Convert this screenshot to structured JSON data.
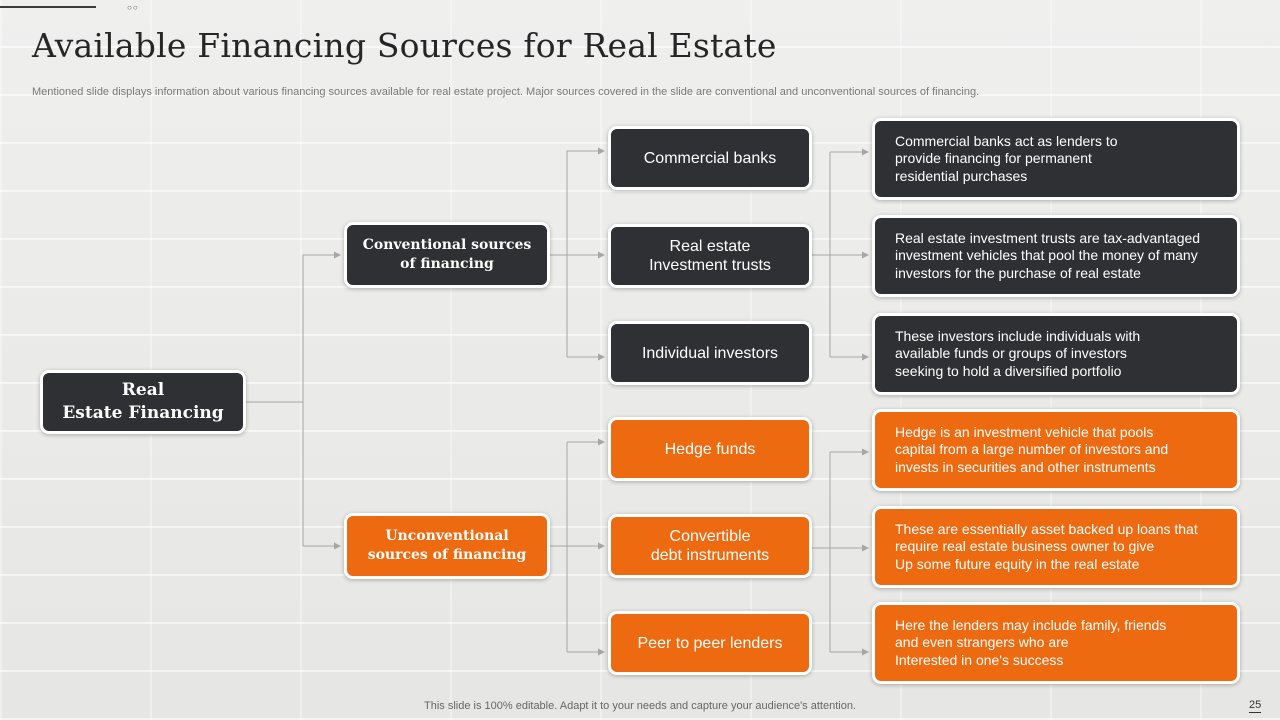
{
  "slide": {
    "title": "Available Financing Sources for Real Estate",
    "subtitle": "Mentioned slide displays information about various financing sources available for real estate project. Major sources covered in the slide are conventional and unconventional sources of financing.",
    "footer": "This slide is 100% editable. Adapt it to your needs and capture your audience's attention.",
    "page_number": "25"
  },
  "diagram": {
    "root": "Real\nEstate Financing",
    "conventional": {
      "label": "Conventional sources\nof financing",
      "items": [
        {
          "label": "Commercial banks",
          "description": "Commercial banks act as lenders to\nprovide financing for permanent\nresidential purchases"
        },
        {
          "label": "Real estate\nInvestment  trusts",
          "description": "Real estate investment trusts are tax-advantaged\ninvestment vehicles that pool the money of many\ninvestors for the purchase of real estate"
        },
        {
          "label": "Individual  investors",
          "description": "These investors include individuals with\navailable funds or groups of investors\nseeking to hold a diversified portfolio"
        }
      ]
    },
    "unconventional": {
      "label": "Unconventional\nsources of financing",
      "items": [
        {
          "label": "Hedge funds",
          "description": "Hedge is an investment vehicle that pools\ncapital from a large number of investors and\ninvests in securities and other instruments"
        },
        {
          "label": "Convertible\ndebt instruments",
          "description": "These are essentially asset backed up loans that\nrequire real estate business owner to give\nUp some future equity in the real estate"
        },
        {
          "label": "Peer to peer lenders",
          "description": "Here the lenders may include family, friends\nand even strangers who are\nInterested in one's success"
        }
      ]
    },
    "colors": {
      "dark": "#2f3033",
      "accent": "#ee6a10",
      "connector": "#a6a6a6"
    }
  }
}
